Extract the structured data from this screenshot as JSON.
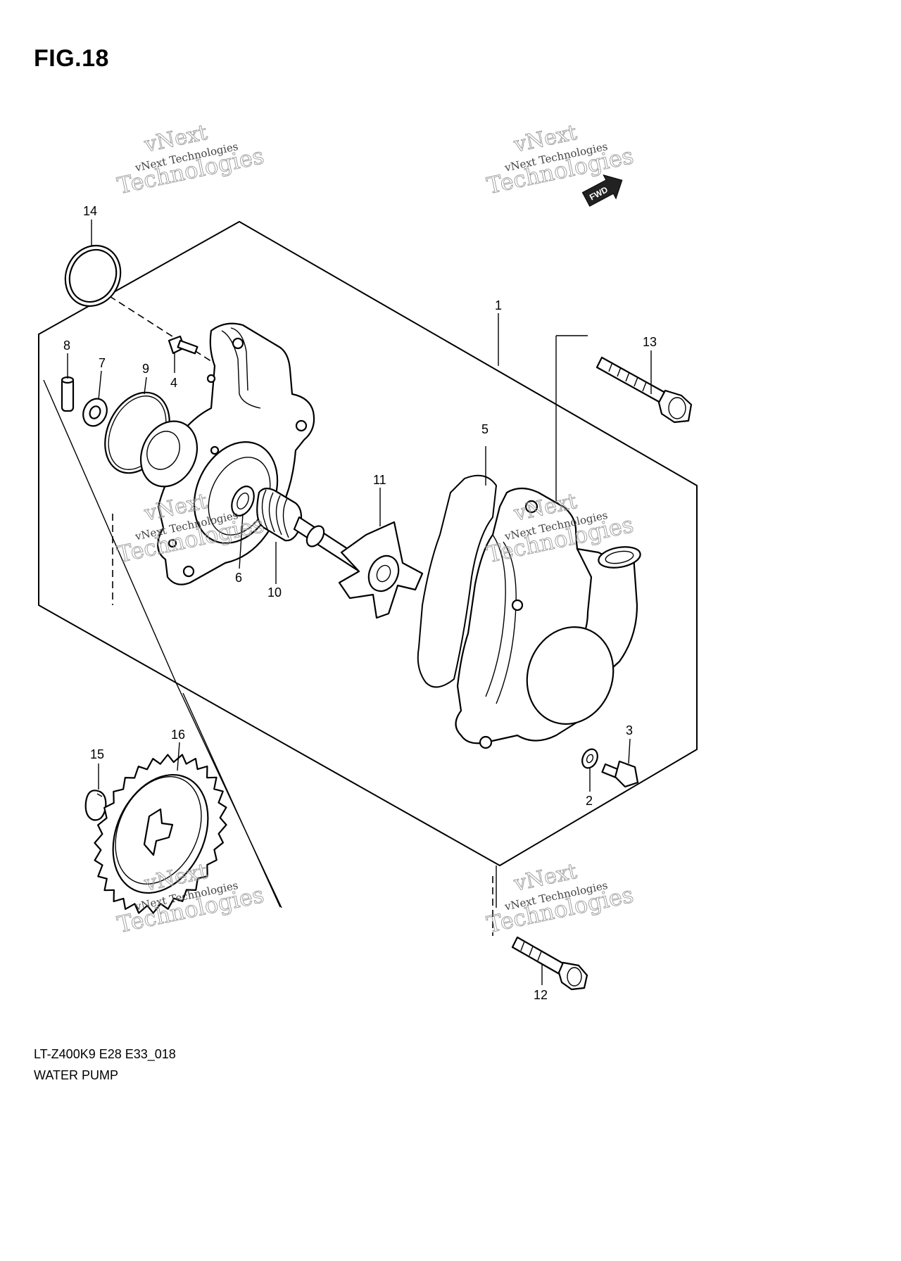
{
  "figure": {
    "title": "FIG.18",
    "model_code": "LT-Z400K9 E28 E33_018",
    "caption": "WATER PUMP"
  },
  "fwd_label": "FWD",
  "watermark": {
    "line_small": "vNext Technologies",
    "line_large_top": "vNext",
    "line_large_bottom": "Technologies"
  },
  "callouts": {
    "c1": "1",
    "c2": "2",
    "c3": "3",
    "c4": "4",
    "c5": "5",
    "c6": "6",
    "c7": "7",
    "c8": "8",
    "c9": "9",
    "c10": "10",
    "c11": "11",
    "c12": "12",
    "c13": "13",
    "c14": "14",
    "c15": "15",
    "c16": "16"
  }
}
